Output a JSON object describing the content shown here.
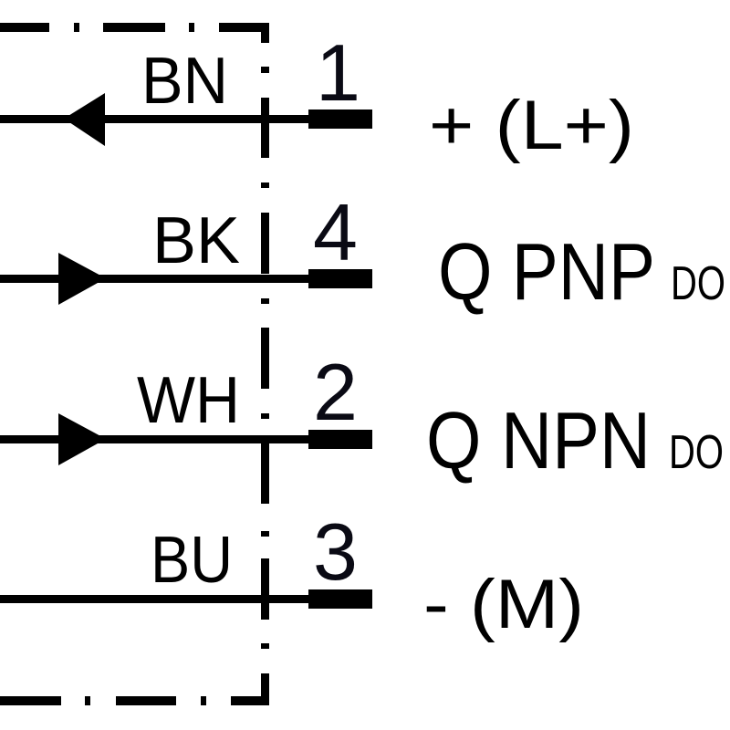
{
  "diagram": {
    "colors": {
      "line": "#000000",
      "background": "#ffffff"
    },
    "wires": [
      {
        "wire_color": "BN",
        "pin": "1",
        "signal": "+ (L+)",
        "signal_sub": "",
        "arrow": "left"
      },
      {
        "wire_color": "BK",
        "pin": "4",
        "signal": "Q PNP",
        "signal_sub": "DO",
        "arrow": "right"
      },
      {
        "wire_color": "WH",
        "pin": "2",
        "signal": "Q NPN",
        "signal_sub": "DO",
        "arrow": "right"
      },
      {
        "wire_color": "BU",
        "pin": "3",
        "signal": "- (M)",
        "signal_sub": "",
        "arrow": "none"
      }
    ]
  }
}
